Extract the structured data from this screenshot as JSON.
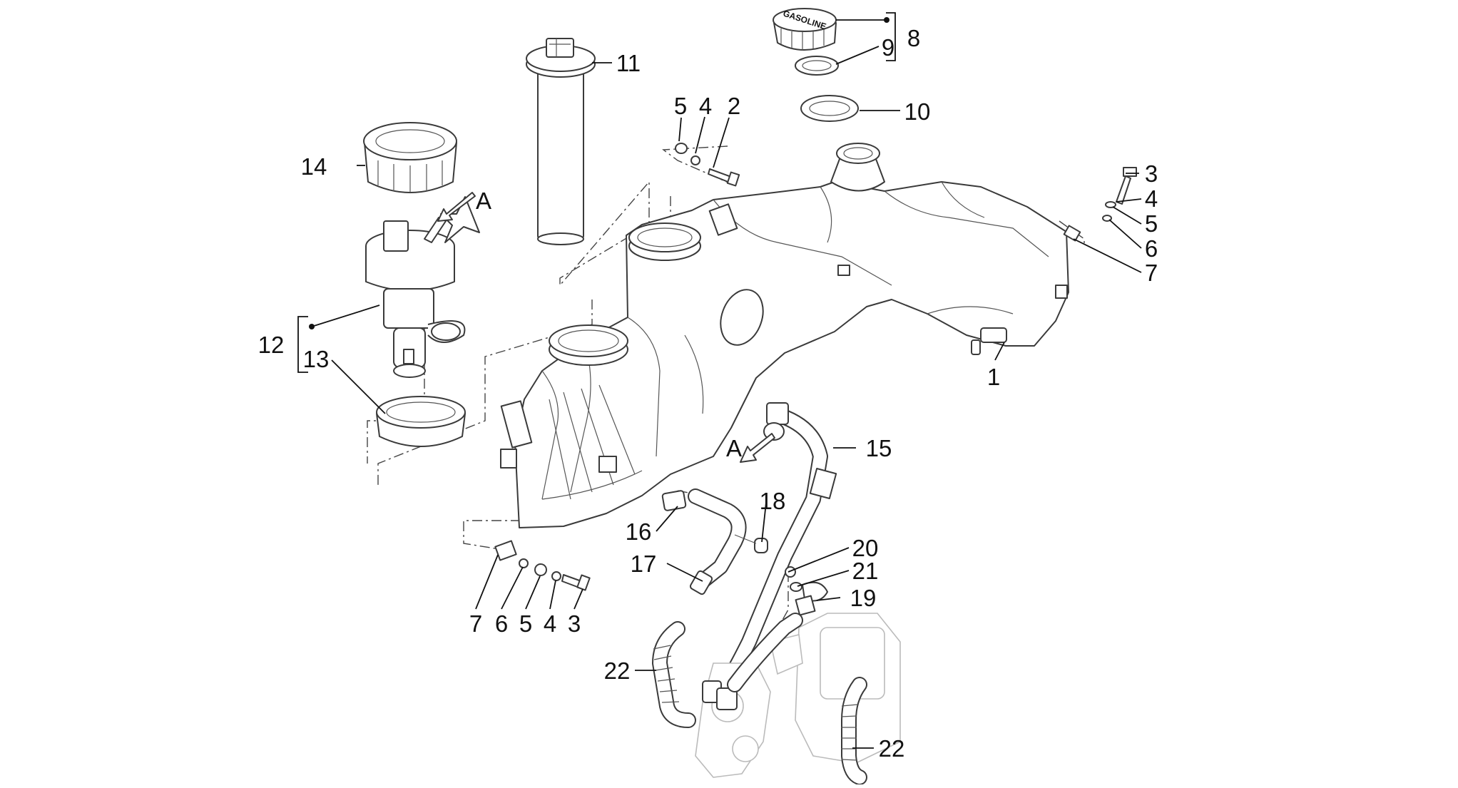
{
  "cap_text": "GASOLINE",
  "view_marker": "A",
  "callouts": [
    {
      "id": "c1",
      "label": "1"
    },
    {
      "id": "c2",
      "label": "2"
    },
    {
      "id": "c3-right",
      "label": "3"
    },
    {
      "id": "c4-right",
      "label": "4"
    },
    {
      "id": "c5-right",
      "label": "5"
    },
    {
      "id": "c6-right",
      "label": "6"
    },
    {
      "id": "c7-right",
      "label": "7"
    },
    {
      "id": "c4-top",
      "label": "4"
    },
    {
      "id": "c5-top",
      "label": "5"
    },
    {
      "id": "c8",
      "label": "8"
    },
    {
      "id": "c9",
      "label": "9"
    },
    {
      "id": "c10",
      "label": "10"
    },
    {
      "id": "c11",
      "label": "11"
    },
    {
      "id": "c12",
      "label": "12"
    },
    {
      "id": "c13",
      "label": "13"
    },
    {
      "id": "c14",
      "label": "14"
    },
    {
      "id": "c15",
      "label": "15"
    },
    {
      "id": "c16",
      "label": "16"
    },
    {
      "id": "c17",
      "label": "17"
    },
    {
      "id": "c18",
      "label": "18"
    },
    {
      "id": "c19",
      "label": "19"
    },
    {
      "id": "c20",
      "label": "20"
    },
    {
      "id": "c21",
      "label": "21"
    },
    {
      "id": "c22-left",
      "label": "22"
    },
    {
      "id": "c22-right",
      "label": "22"
    },
    {
      "id": "c7-bottom",
      "label": "7"
    },
    {
      "id": "c6-bottom",
      "label": "6"
    },
    {
      "id": "c5-bottom",
      "label": "5"
    },
    {
      "id": "c4-bottom",
      "label": "4"
    },
    {
      "id": "c3-bottom",
      "label": "3"
    }
  ]
}
